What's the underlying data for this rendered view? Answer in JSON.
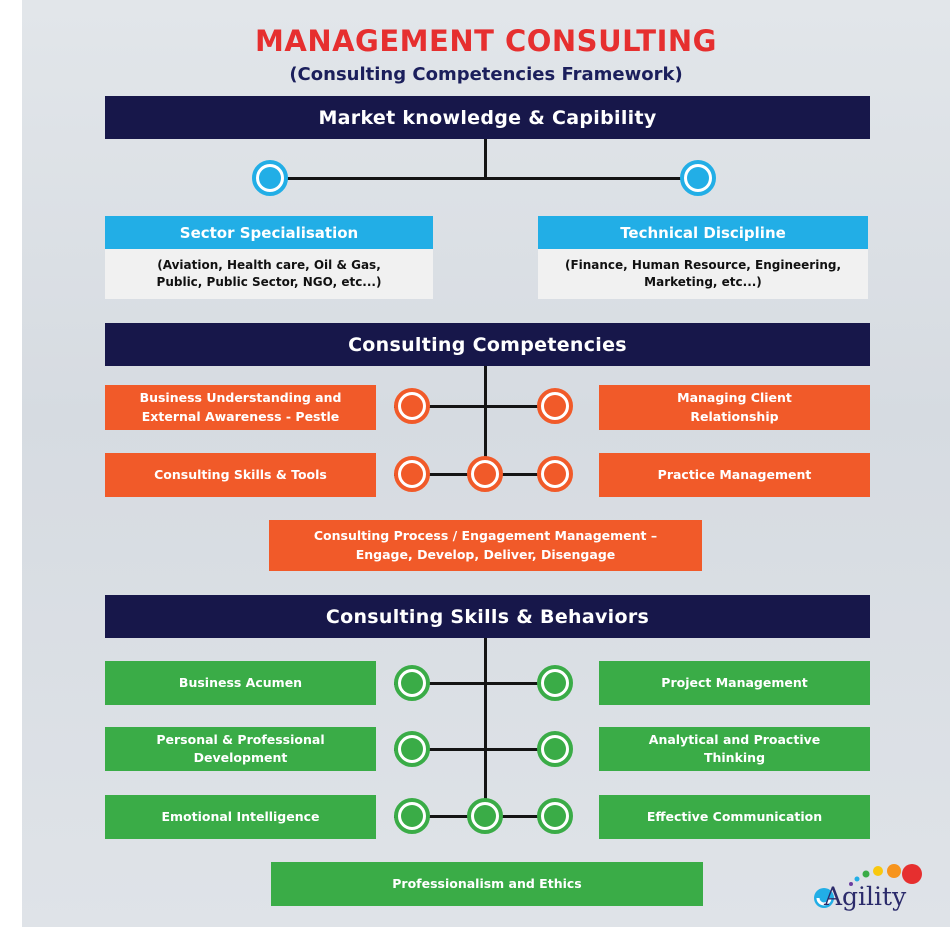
{
  "header": {
    "title": "MANAGEMENT CONSULTING",
    "subtitle": "(Consulting Competencies Framework)"
  },
  "market": {
    "band": "Market knowledge & Capibility",
    "left_header": "Sector Specialisation",
    "left_body": "(Aviation, Health care, Oil & Gas,\nPublic, Public Sector, NGO, etc...)",
    "right_header": "Technical Discipline",
    "right_body": "(Finance, Human Resource, Engineering,\nMarketing, etc...)"
  },
  "competencies": {
    "band": "Consulting Competencies",
    "items": [
      "Business Understanding and\nExternal Awareness - Pestle",
      "Managing Client\nRelationship",
      "Consulting Skills & Tools",
      "Practice Management",
      "Consulting Process / Engagement Management –\nEngage, Develop, Deliver, Disengage"
    ]
  },
  "skills": {
    "band": "Consulting Skills & Behaviors",
    "items": [
      "Business Acumen",
      "Project Management",
      "Personal & Professional\nDevelopment",
      "Analytical and Proactive\nThinking",
      "Emotional Intelligence",
      "Effective Communication",
      "Professionalism and Ethics"
    ]
  },
  "logo": {
    "text": "Agility",
    "dot_colors": [
      "#e62f2f",
      "#f7941d",
      "#f9c80e",
      "#3aac47",
      "#22aee6",
      "#6b3fa0"
    ]
  },
  "colors": {
    "navy": "#17174a",
    "blue": "#22aee6",
    "orange": "#f15a29",
    "green": "#3aac47",
    "title_red": "#e62f2f"
  }
}
